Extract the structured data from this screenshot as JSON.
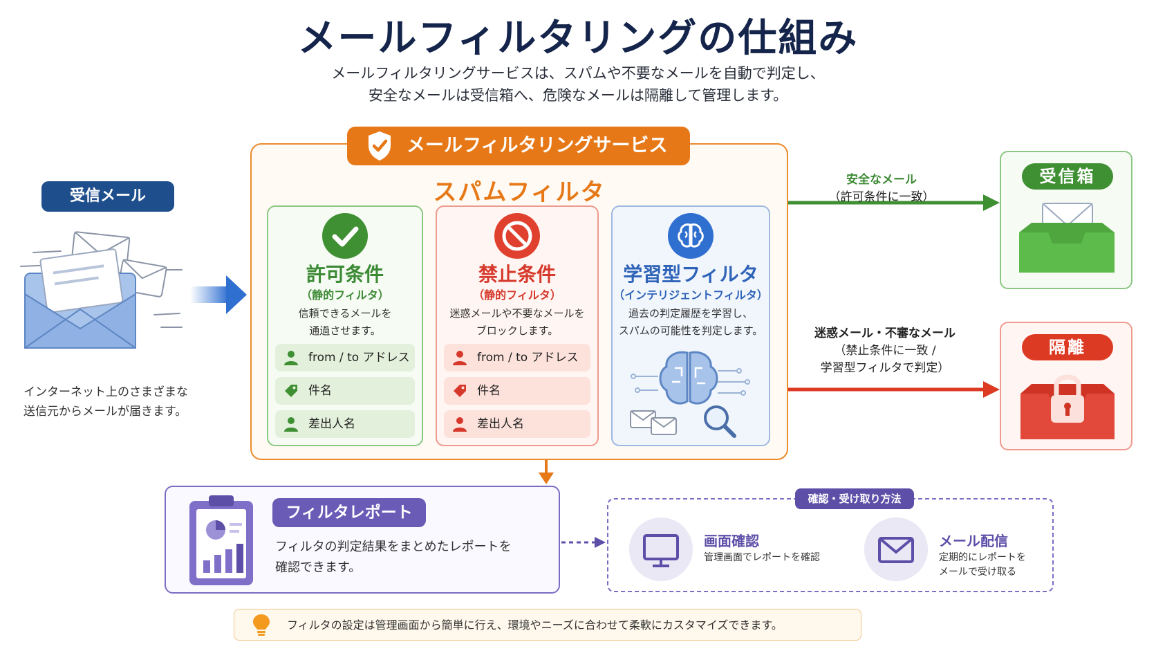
{
  "header": {
    "title": "メールフィルタリングの仕組み",
    "subtitle_line1": "メールフィルタリングサービスは、スパムや不要なメールを自動で判定し、",
    "subtitle_line2": "安全なメールは受信箱へ、危険なメールは隔離して管理します。"
  },
  "incoming": {
    "label": "受信メール",
    "desc_line1": "インターネット上のさまざまな",
    "desc_line2": "送信元からメールが届きます。"
  },
  "service": {
    "label": "メールフィルタリングサービス",
    "spam_filter_title": "スパムフィルタ",
    "cards": {
      "allow": {
        "title": "許可条件",
        "sub": "（静的フィルタ）",
        "desc_line1": "信頼できるメールを",
        "desc_line2": "通過させます。",
        "criteria": [
          "from / to アドレス",
          "件名",
          "差出人名"
        ]
      },
      "deny": {
        "title": "禁止条件",
        "sub": "（静的フィルタ）",
        "desc_line1": "迷惑メールや不要なメールを",
        "desc_line2": "ブロックします。",
        "criteria": [
          "from / to アドレス",
          "件名",
          "差出人名"
        ]
      },
      "learn": {
        "title": "学習型フィルタ",
        "sub": "（インテリジェントフィルタ）",
        "desc_line1": "過去の判定履歴を学習し、",
        "desc_line2": "スパムの可能性を判定します。"
      }
    }
  },
  "flows": {
    "safe_line1": "安全なメール",
    "safe_line2": "（許可条件に一致）",
    "bad_line1": "迷惑メール・不審なメール",
    "bad_line2": "（禁止条件に一致 /",
    "bad_line3": "学習型フィルタで判定）"
  },
  "outputs": {
    "inbox_label": "受信箱",
    "quarantine_label": "隔離"
  },
  "report": {
    "label": "フィルタレポート",
    "desc_line1": "フィルタの判定結果をまとめたレポートを",
    "desc_line2": "確認できます。"
  },
  "check_methods": {
    "label": "確認・受け取り方法",
    "screen_title": "画面確認",
    "screen_desc": "管理画面でレポートを確認",
    "mail_title": "メール配信",
    "mail_desc_line1": "定期的にレポートを",
    "mail_desc_line2": "メールで受け取る"
  },
  "tip": {
    "text": "フィルタの設定は管理画面から簡単に行え、環境やニーズに合わせて柔軟にカスタマイズできます。"
  },
  "colors": {
    "navy": "#14244a",
    "orange": "#e67817",
    "green": "#3c8a34",
    "red": "#d6392b",
    "blue": "#2e63b8",
    "purple": "#6a5bb7"
  }
}
